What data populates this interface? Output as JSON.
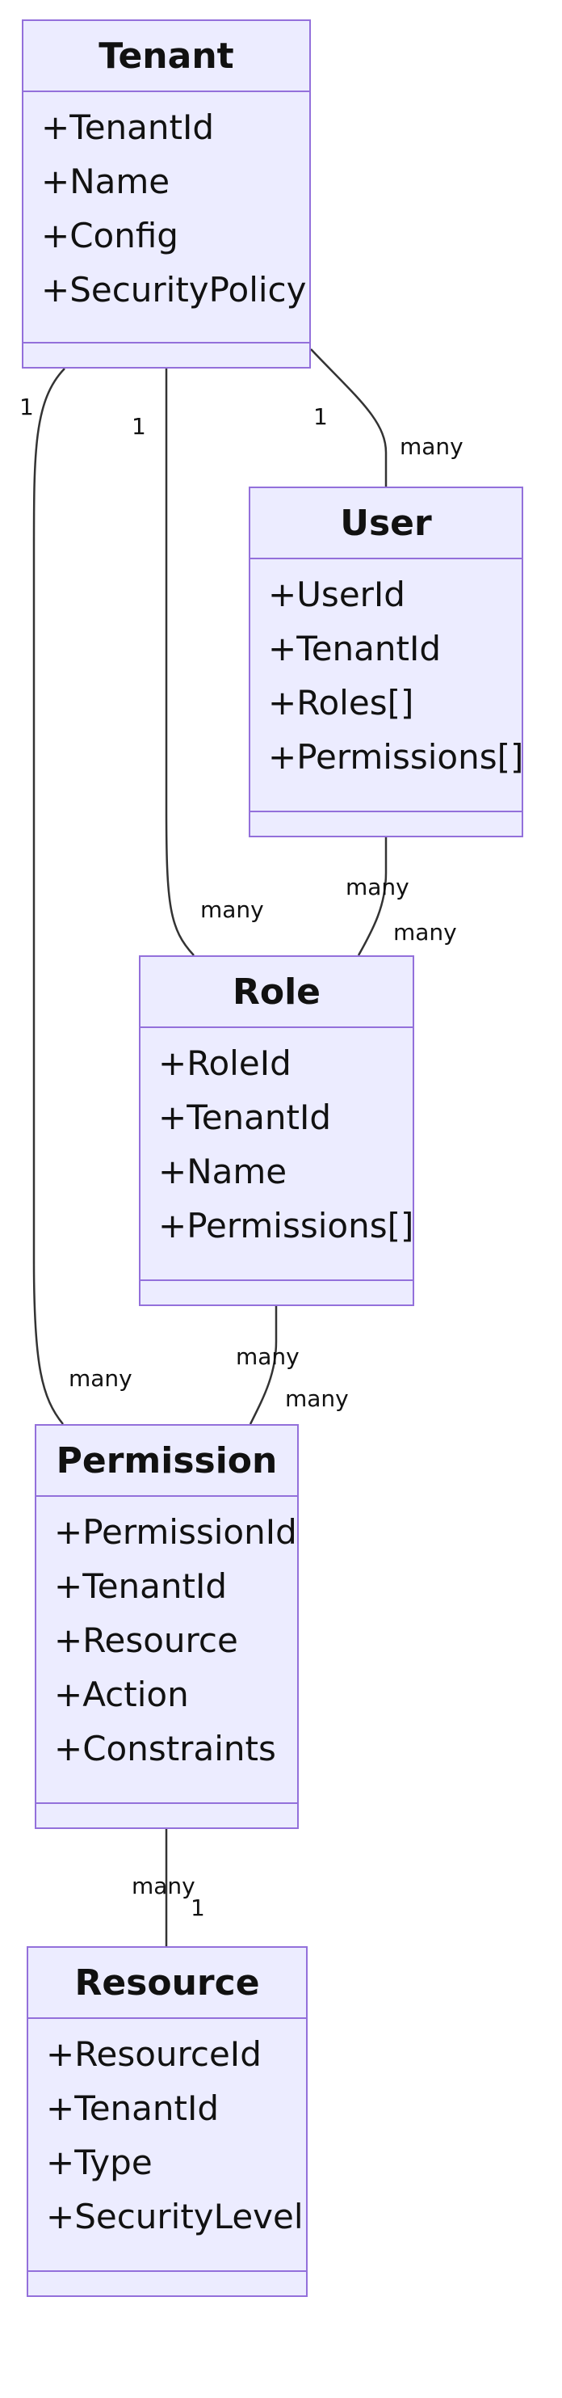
{
  "classes": {
    "tenant": {
      "name": "Tenant",
      "attrs": [
        "+TenantId",
        "+Name",
        "+Config",
        "+SecurityPolicy"
      ]
    },
    "user": {
      "name": "User",
      "attrs": [
        "+UserId",
        "+TenantId",
        "+Roles[]",
        "+Permissions[]"
      ]
    },
    "role": {
      "name": "Role",
      "attrs": [
        "+RoleId",
        "+TenantId",
        "+Name",
        "+Permissions[]"
      ]
    },
    "permission": {
      "name": "Permission",
      "attrs": [
        "+PermissionId",
        "+TenantId",
        "+Resource",
        "+Action",
        "+Constraints"
      ]
    },
    "resource": {
      "name": "Resource",
      "attrs": [
        "+ResourceId",
        "+TenantId",
        "+Type",
        "+SecurityLevel"
      ]
    }
  },
  "relations": {
    "tenant_user": {
      "from": "Tenant",
      "to": "User",
      "from_card": "1",
      "to_card": "many"
    },
    "tenant_role": {
      "from": "Tenant",
      "to": "Role",
      "from_card": "1",
      "to_card": "many"
    },
    "tenant_permission": {
      "from": "Tenant",
      "to": "Permission",
      "from_card": "1",
      "to_card": "many"
    },
    "user_role": {
      "from": "User",
      "to": "Role",
      "from_card": "many",
      "to_card": "many"
    },
    "role_permission": {
      "from": "Role",
      "to": "Permission",
      "from_card": "many",
      "to_card": "many"
    },
    "permission_resource": {
      "from": "Permission",
      "to": "Resource",
      "from_card": "many",
      "to_card": "1"
    }
  },
  "colors": {
    "fill": "#ECECFF",
    "stroke": "#9370DB",
    "edge": "#333333"
  }
}
